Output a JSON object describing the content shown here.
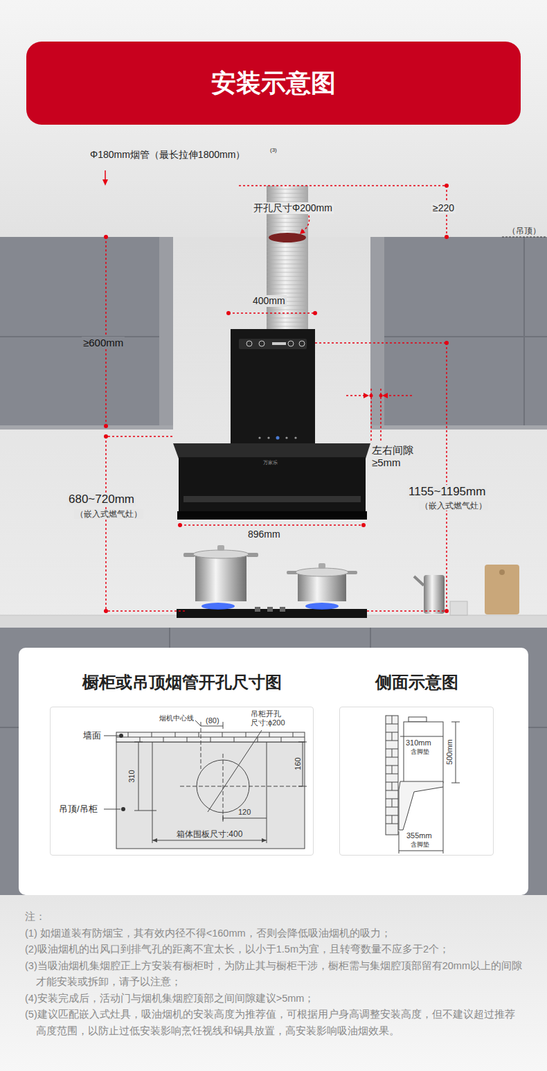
{
  "diagram": {
    "title": "安装示意图",
    "nodes": [
      {
        "text": [
          "橱柜或吊顶烟管开孔尺寸图"
        ]
      },
      {
        "text": [
          "侧面示意图"
        ]
      }
    ],
    "labels": [
      "Φ180mm烟管（最长拉伸1800mm）",
      "(3)",
      "开孔尺寸Φ200mm",
      "≥220",
      "（吊顶）",
      "400mm",
      "≥600mm",
      "左右间隙 ≥5mm",
      "680~720mm",
      "（嵌入式燃气灶）",
      "1155~1195mm",
      "（嵌入式燃气灶）",
      "896mm",
      "烟机中心线",
      "(80)",
      "吊柜开孔 尺寸:ϕ200",
      "墙面",
      "310",
      "160",
      "120",
      "吊顶/吊柜",
      "箱体围板尺寸:400",
      "310mm",
      "含脚垫",
      "500mm",
      "355mm",
      "含脚垫",
      "注：",
      "(1) 如烟道装有防烟宝，其有效内径不得<160mm，否则会降低吸油烟机的吸力；",
      "(2)吸油烟机的出风口到排气孔的距离不宜太长，以小于1.5m为宜，且转弯数量不应多于2个；",
      "(3)当吸油烟机集烟腔正上方安装有橱柜时，为防止其与橱柜干涉，橱柜需与集烟腔顶部留有20mm以上的间隙才能安装或拆卸，请予以注意；",
      "(4)安装完成后，活动门与烟机集烟腔顶部之间间隙建议>5mm；",
      "(5)建议匹配嵌入式灶具，吸油烟机的安装高度为推荐值，可根据用户身高调整安装高度，但不建议超过推荐高度范围，以防止过低安装影响烹饪视线和锅具放置，高安装影响吸油烟效果。",
      "万家乐"
    ]
  }
}
